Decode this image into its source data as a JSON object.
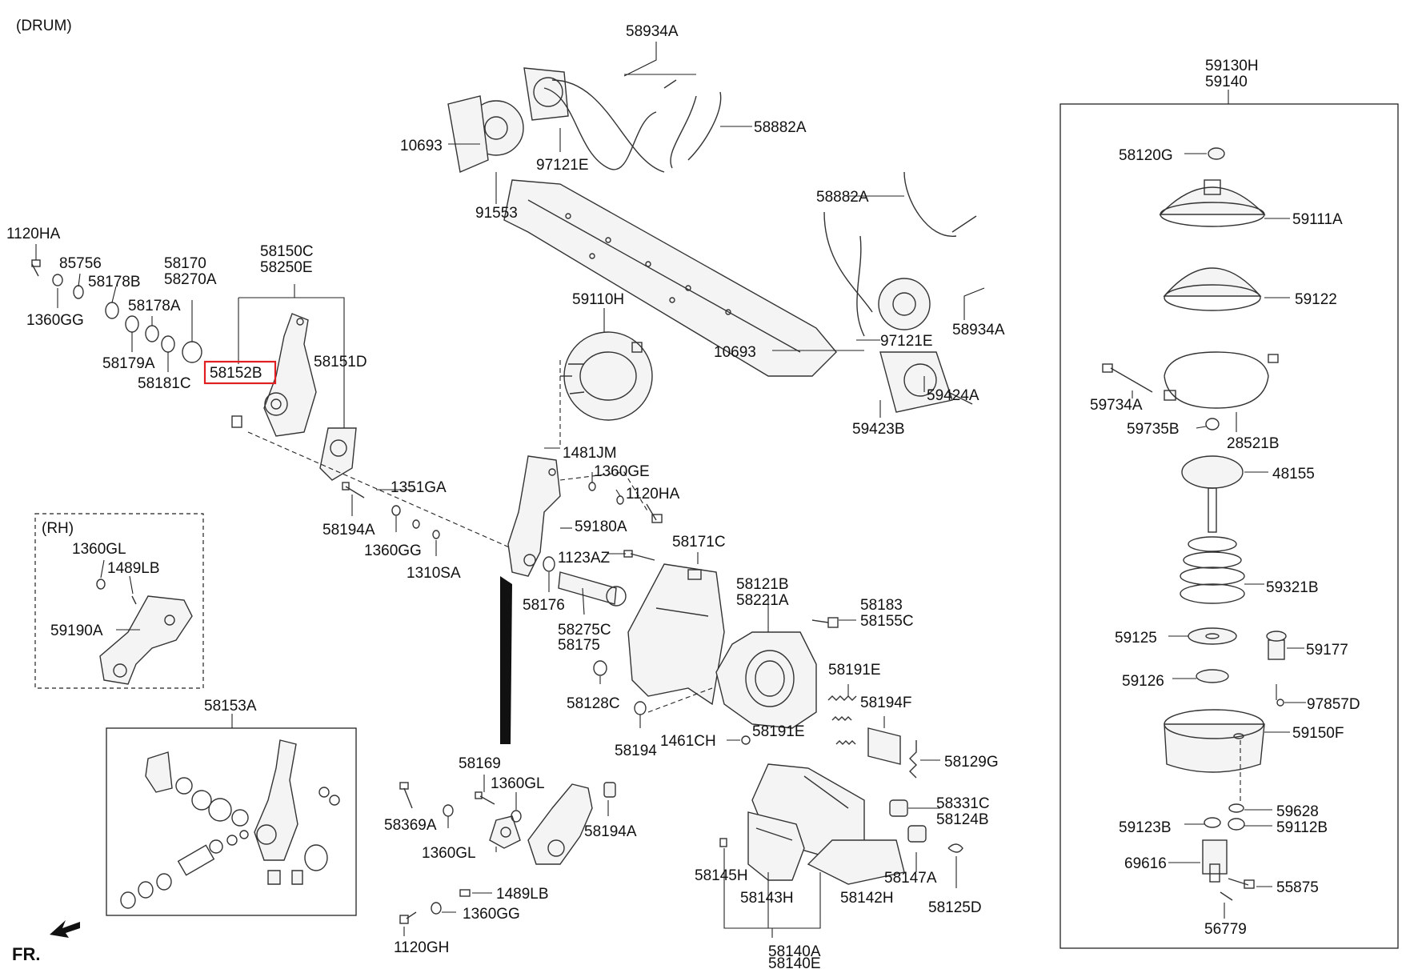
{
  "header": {
    "variant": "(DRUM)"
  },
  "footer": {
    "front_label": "FR."
  },
  "highlight_color": "#e02020",
  "groups": {
    "rh": "(RH)"
  },
  "labels": {
    "l58934A_top": "58934A",
    "l58882A_top": "58882A",
    "l10693_top": "10693",
    "l97121E_top": "97121E",
    "l91553": "91553",
    "l58882A_mid": "58882A",
    "l58934A_mid": "58934A",
    "l97121E_mid": "97121E",
    "l10693_mid": "10693",
    "l59424A": "59424A",
    "l59423B": "59423B",
    "l1120HA_left": "1120HA",
    "l85756": "85756",
    "l58178B": "58178B",
    "l1360GG_left": "1360GG",
    "l58170": "58170",
    "l58270A": "58270A",
    "l58178A": "58178A",
    "l58179A": "58179A",
    "l58181C": "58181C",
    "l58150C": "58150C",
    "l58250E": "58250E",
    "l58152B": "58152B",
    "l58151D": "58151D",
    "l59110H": "59110H",
    "l1481JM": "1481JM",
    "l1360GE": "1360GE",
    "l1120HA_mid": "1120HA",
    "l1351GA": "1351GA",
    "l59180A": "59180A",
    "l58194A_left": "58194A",
    "l1360GG_mid": "1360GG",
    "l1310SA": "1310SA",
    "l1360GL_rh": "1360GL",
    "l1489LB_rh": "1489LB",
    "l59190A": "59190A",
    "l1123AZ": "1123AZ",
    "l58171C": "58171C",
    "l58176": "58176",
    "l58121B": "58121B",
    "l58221A": "58221A",
    "l58183": "58183",
    "l58155C": "58155C",
    "l58275C": "58275C",
    "l58175": "58175",
    "l58191E_a": "58191E",
    "l58128C": "58128C",
    "l58194F": "58194F",
    "l58191E_b": "58191E",
    "l58194": "58194",
    "l1461CH": "1461CH",
    "l58129G": "58129G",
    "l58153A": "58153A",
    "l58169": "58169",
    "l1360GL_mid": "1360GL",
    "l58369A": "58369A",
    "l58194A_bot": "58194A",
    "l1360GL_bot": "1360GL",
    "l1489LB_bot": "1489LB",
    "l1360GG_bot": "1360GG",
    "l1120GH": "1120GH",
    "l58331C": "58331C",
    "l58124B": "58124B",
    "l58145H": "58145H",
    "l58143H": "58143H",
    "l58142H": "58142H",
    "l58147A": "58147A",
    "l58125D": "58125D",
    "l58140A": "58140A",
    "l58140E": "58140E",
    "l59130H": "59130H",
    "l59140": "59140",
    "l58120G": "58120G",
    "l59111A": "59111A",
    "l59122": "59122",
    "l59734A": "59734A",
    "l59735B": "59735B",
    "l28521B": "28521B",
    "l48155": "48155",
    "l59321B": "59321B",
    "l59125": "59125",
    "l59177": "59177",
    "l59126": "59126",
    "l97857D": "97857D",
    "l59150F": "59150F",
    "l59628": "59628",
    "l59123B": "59123B",
    "l59112B": "59112B",
    "l69616": "69616",
    "l55875": "55875",
    "l56779": "56779"
  }
}
